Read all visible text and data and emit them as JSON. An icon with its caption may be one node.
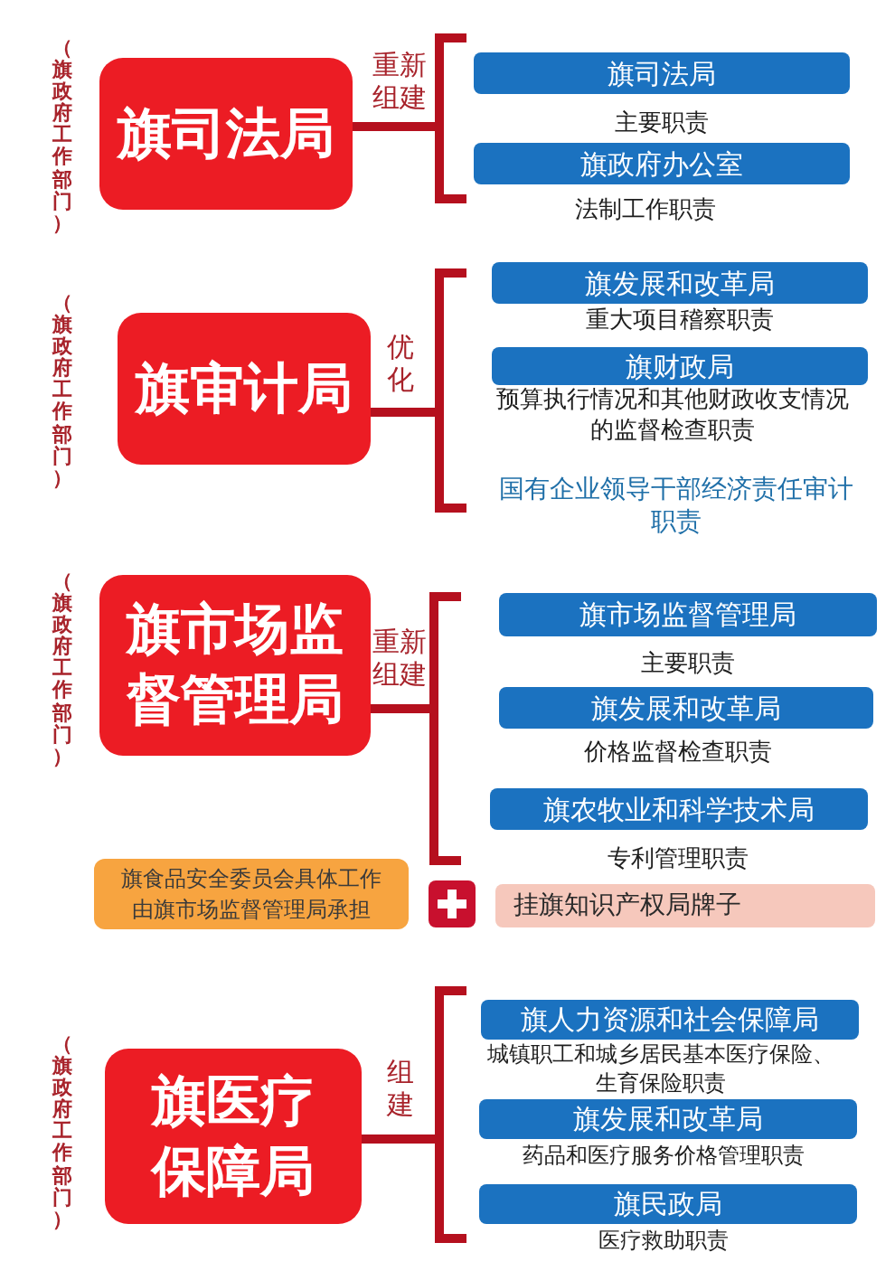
{
  "diagram": {
    "nodes": [
      {
        "text": [
          "旗司法局"
        ],
        "beside": [
          "（旗政府工作部门）"
        ]
      },
      {
        "text": [
          "旗司法局"
        ],
        "beside": [
          "主要职责"
        ]
      },
      {
        "text": [
          "旗政府办公室"
        ],
        "beside": [
          "法制工作职责"
        ]
      },
      {
        "text": [
          "旗审计局"
        ],
        "beside": [
          "（旗政府工作部门）"
        ]
      },
      {
        "text": [
          "旗发展和改革局"
        ],
        "beside": [
          "重大项目稽察职责"
        ]
      },
      {
        "text": [
          "旗财政局"
        ],
        "beside": [
          "预算执行情况和其他财政收支情况的监督检查职责"
        ]
      },
      {
        "text": [
          "旗市场监督管理局"
        ],
        "beside": [
          "（旗政府工作部门）"
        ]
      },
      {
        "text": [
          "旗市场监督管理局"
        ],
        "beside": [
          "主要职责"
        ]
      },
      {
        "text": [
          "旗发展和改革局"
        ],
        "beside": [
          "价格监督检查职责"
        ]
      },
      {
        "text": [
          "旗农牧业和科学技术局"
        ],
        "beside": [
          "专利管理职责"
        ]
      },
      {
        "text": [
          "旗食品安全委员会具体工作由旗市场监督管理局承担"
        ]
      },
      {
        "text": [
          "挂旗知识产权局牌子"
        ]
      },
      {
        "text": [
          "旗医疗保障局"
        ],
        "beside": [
          "（旗政府工作部门）"
        ]
      },
      {
        "text": [
          "旗人力资源和社会保障局"
        ],
        "beside": [
          "城镇职工和城乡居民基本医疗保险、生育保险职责"
        ]
      },
      {
        "text": [
          "旗发展和改革局"
        ],
        "beside": [
          "药品和医疗服务价格管理职责"
        ]
      },
      {
        "text": [
          "旗民政局"
        ],
        "beside": [
          "医疗救助职责"
        ]
      }
    ],
    "labels": [
      "重新组建",
      "优化",
      "国有企业领导干部经济责任审计职责",
      "重新组建",
      "组建"
    ]
  }
}
